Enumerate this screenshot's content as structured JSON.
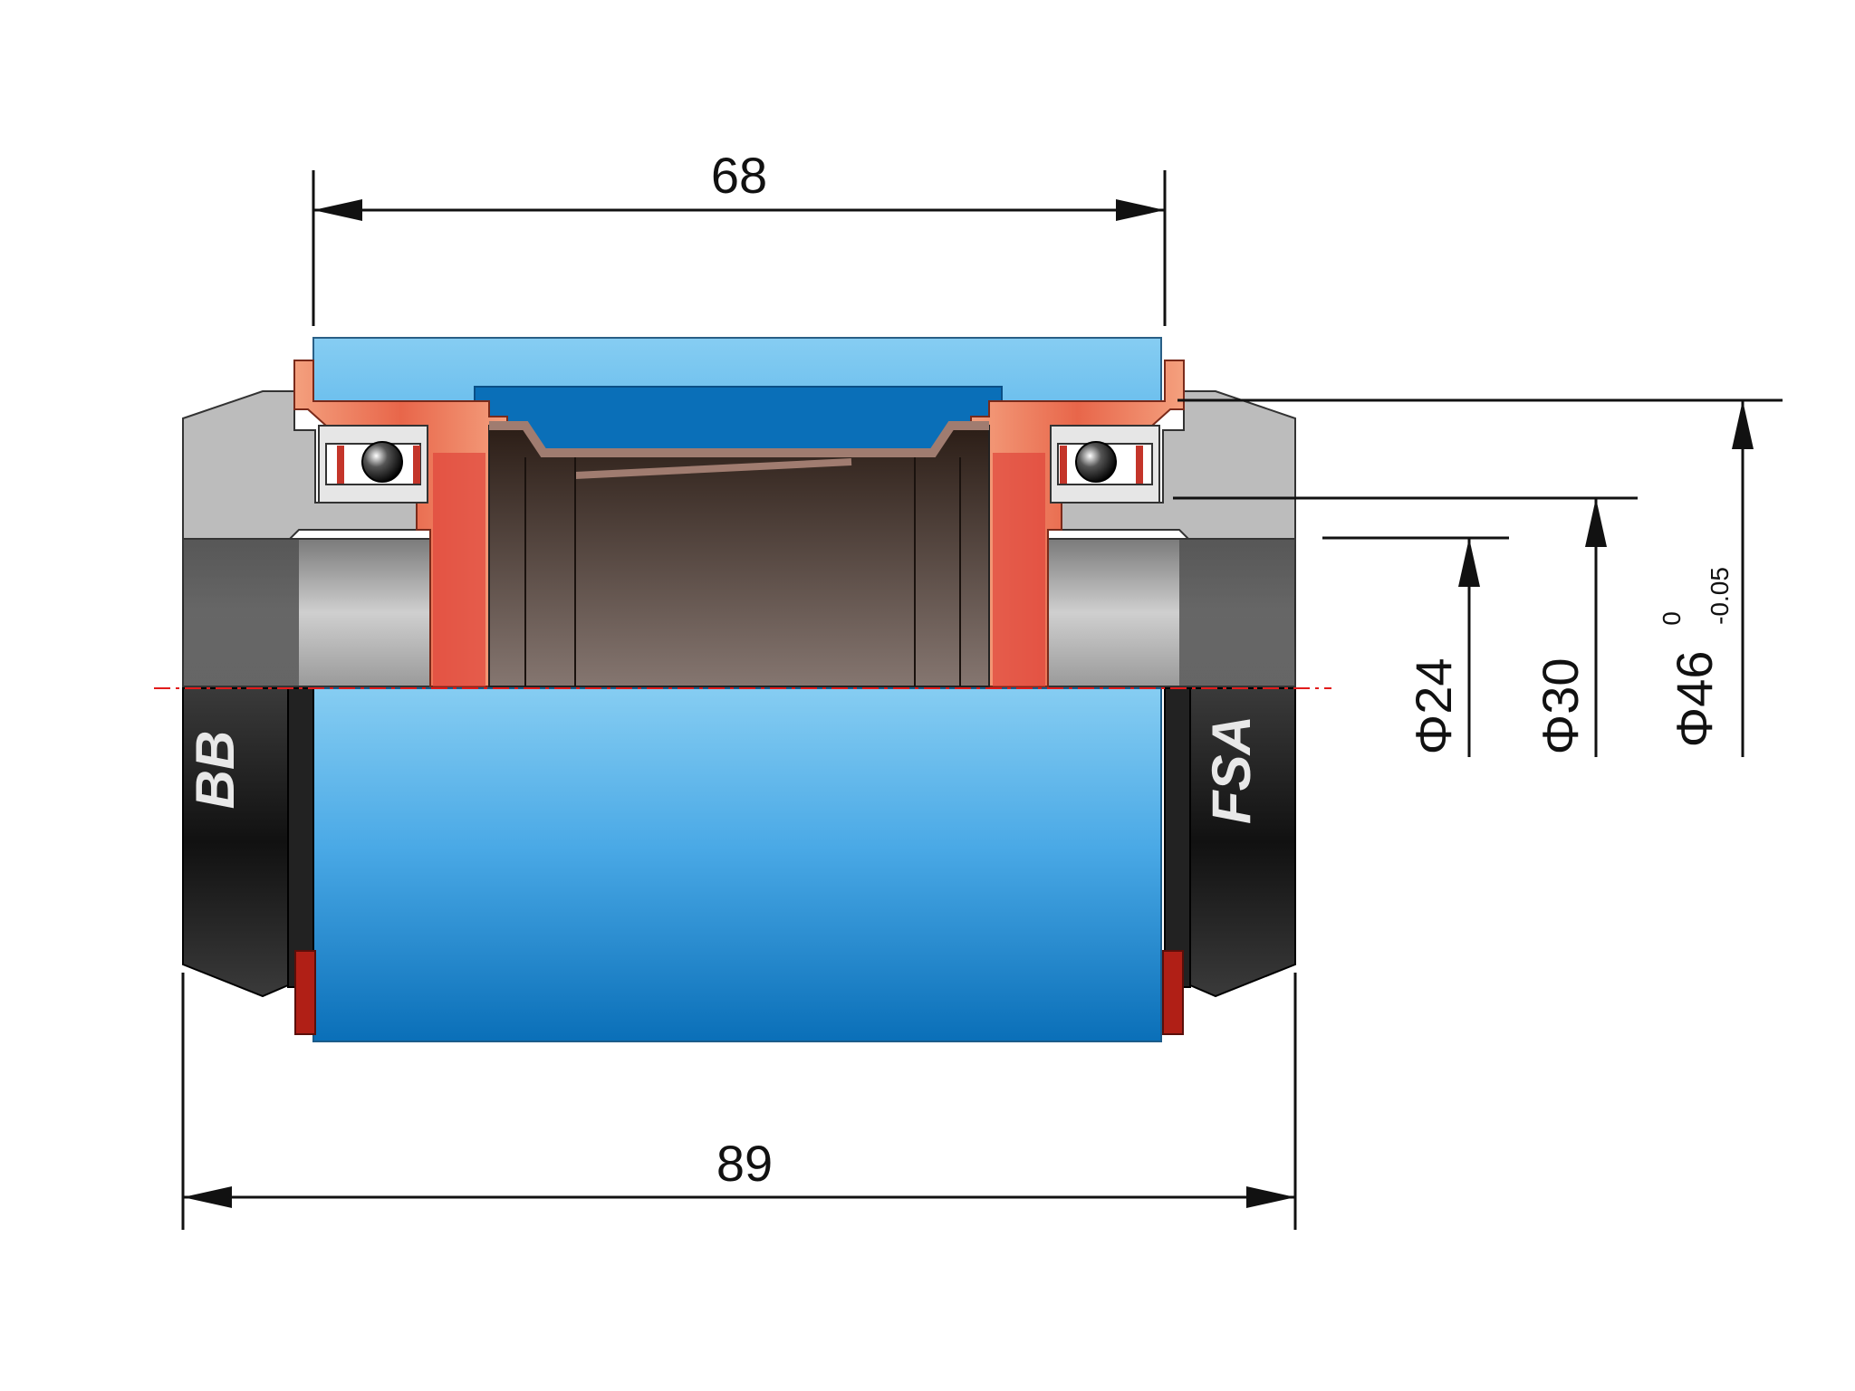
{
  "dimensions": {
    "shell_width": "68",
    "overall_width": "89",
    "inner_diameter": "Φ24",
    "bearing_diameter": "Φ30",
    "outer_diameter": "Φ46",
    "tolerance_upper": "0",
    "tolerance_lower": "-0.05"
  },
  "logos": {
    "left_cup": "BB",
    "right_cup": "FSA"
  },
  "colors": {
    "shell_blue_light": "#86cdf2",
    "shell_blue_dark": "#0a6fb8",
    "sleeve_orange": "#f08a66",
    "sleeve_red": "#d9402a",
    "cup_gray": "#b9b9b9",
    "cup_black": "#151515",
    "spindle_brown": "#6b5a52",
    "centerline_red": "#e11b1b",
    "dim_line": "#111111"
  }
}
